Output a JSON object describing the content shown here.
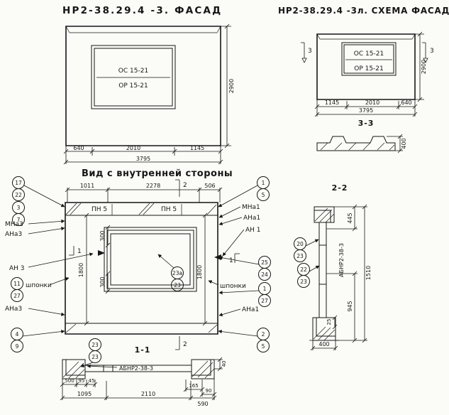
{
  "facade": {
    "title": "НР2-38.29.4 -3. ФАСАД",
    "window_line1": "ОС 15-21",
    "window_line2": "ОР 15-21",
    "dim_height": "2900",
    "dim_seg1": "640",
    "dim_seg2": "2010",
    "dim_seg3": "1145",
    "dim_total": "3795"
  },
  "scheme": {
    "title": "НР2-38.29.4 -3л. СХЕМА ФАСАДА",
    "window_line1": "ОС 15-21",
    "window_line2": "ОР 15-21",
    "dim_height": "2900",
    "dim_seg1": "1145",
    "dim_seg2": "2010",
    "dim_seg3": "640",
    "dim_total": "3795",
    "marker_left": "3",
    "marker_right": "3",
    "section_title": "3-3",
    "section_dim": "400"
  },
  "inner": {
    "title": "Вид с внутренней стороны",
    "dim_seg1": "1011",
    "dim_seg2": "2278",
    "dim_seg3": "506",
    "pn_left": "ПН 5",
    "pn_right": "ПН 5",
    "dim_left_height": "1800",
    "dim_right_height": "1800",
    "dim_win_top": "300",
    "dim_win_bottom": "300",
    "marker_top": "2",
    "marker_bottom": "2",
    "marker_cut_left": "1",
    "marker_cut_right": "1",
    "label_mna3": "МНа3",
    "label_ana3_top": "АНа3",
    "label_an3": "АН 3",
    "label_shponki_left": "шпонки",
    "label_ana3_bottom": "АНа3",
    "label_mna1": "МНа1",
    "label_ana1_top": "АНа1",
    "label_an1": "АН 1",
    "label_shponki_right": "шпонки",
    "label_ana1_bottom": "АНа1",
    "callouts": {
      "c17_22": [
        "17",
        "22"
      ],
      "c3_7": [
        "3",
        "7"
      ],
      "c11_27": [
        "11",
        "27"
      ],
      "c4_9": [
        "4",
        "9"
      ],
      "c1_5": [
        "1",
        "5"
      ],
      "c25_24": [
        "25",
        "24"
      ],
      "c1_27": [
        "1",
        "27"
      ],
      "c2_5": [
        "2",
        "5"
      ],
      "c23a_23": [
        "23а",
        "23"
      ]
    }
  },
  "section22": {
    "title": "2-2",
    "part_label": "АБНР2-38-3",
    "dim_top": "445",
    "dim_full": "1510",
    "dim_bottom": "945",
    "dim_offset": "25",
    "dim_width": "400",
    "callouts": {
      "c20_23": [
        "20",
        "23"
      ],
      "c22_23": [
        "22",
        "23"
      ]
    }
  },
  "section11": {
    "title": "1-1",
    "part_label": "АБНР2-38-3",
    "dim_s1": "500",
    "dim_s2": "95",
    "dim_s3": "45",
    "dim_s4": "165",
    "dim_s5": "90",
    "dim_thickness": "40",
    "dim_b1": "1095",
    "dim_b2": "2110",
    "dim_b3": "590",
    "callouts": {
      "c23_23": [
        "23",
        "23"
      ]
    }
  }
}
